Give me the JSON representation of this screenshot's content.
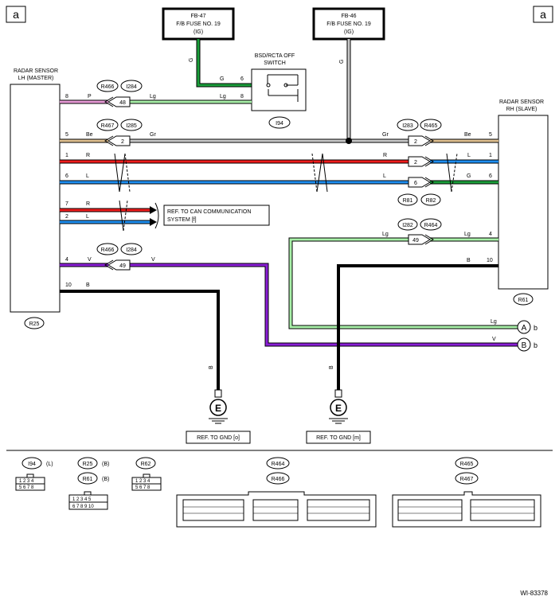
{
  "corner_labels": {
    "left": "a",
    "right": "a"
  },
  "fuses": {
    "fb47": {
      "line1": "FB-47",
      "line2": "F/B FUSE NO. 19",
      "line3": "(IG)"
    },
    "fb46": {
      "line1": "FB-46",
      "line2": "F/B FUSE NO. 19",
      "line3": "(IG)"
    }
  },
  "switch": {
    "line1": "BSD/RCTA OFF",
    "line2": "SWITCH",
    "id": "I94"
  },
  "radar_lh": {
    "line1": "RADAR SENSOR",
    "line2": "LH (MASTER)",
    "id": "R25"
  },
  "radar_rh": {
    "line1": "RADAR SENSOR",
    "line2": "RH (SLAVE)",
    "id": "R61"
  },
  "connectors": {
    "r466_a": "R466",
    "i284_a": "I284",
    "pin48": "48",
    "r467": "R467",
    "i285": "I285",
    "pin2a": "2",
    "i283": "I283",
    "r465": "R465",
    "pin2b": "2",
    "pin2c": "2",
    "pin6": "6",
    "r81": "R81",
    "r82": "R82",
    "i282": "I282",
    "r464": "R464",
    "pin49a": "49",
    "r466_b": "R466",
    "i284_b": "I284",
    "pin49b": "49"
  },
  "wires": {
    "p": "P",
    "lg": "Lg",
    "be": "Be",
    "gr": "Gr",
    "r": "R",
    "l": "L",
    "g": "G",
    "v": "V",
    "b": "B"
  },
  "pins": {
    "lh8": "8",
    "lh5": "5",
    "lh1": "1",
    "lh6": "6",
    "lh7": "7",
    "lh2": "2",
    "lh4": "4",
    "lh10": "10",
    "sw6": "6",
    "sw8": "8",
    "rh5": "5",
    "rh1": "1",
    "rh6": "6",
    "rh4": "4",
    "rh10": "10"
  },
  "can_ref": {
    "line1": "REF. TO CAN COMMUNICATION",
    "line2": "SYSTEM [f]"
  },
  "off_page": {
    "a": "A",
    "b": "B",
    "suffix_a": "b",
    "suffix_b": "b"
  },
  "grounds": {
    "symbol": "E",
    "ref_o": "REF. TO GND [o]",
    "ref_m": "REF. TO GND [m]"
  },
  "legend": {
    "i94": "I94",
    "i94_color": "(L)",
    "r25": "R25",
    "r25_color": "(B)",
    "r61": "R61",
    "r61_color": "(B)",
    "r62": "R62",
    "r464": "R464",
    "r466": "R466",
    "r465": "R465",
    "r467": "R467"
  },
  "diagram_code": "WI-83378",
  "colors": {
    "pink": "#e79ad6",
    "light_green": "#a8f0a8",
    "beige": "#e0c090",
    "gray": "#c8c8c8",
    "red": "#ee1c1c",
    "blue": "#1e8ef0",
    "green": "#1a9e3a",
    "violet": "#8a1ed6",
    "black": "#000000"
  }
}
